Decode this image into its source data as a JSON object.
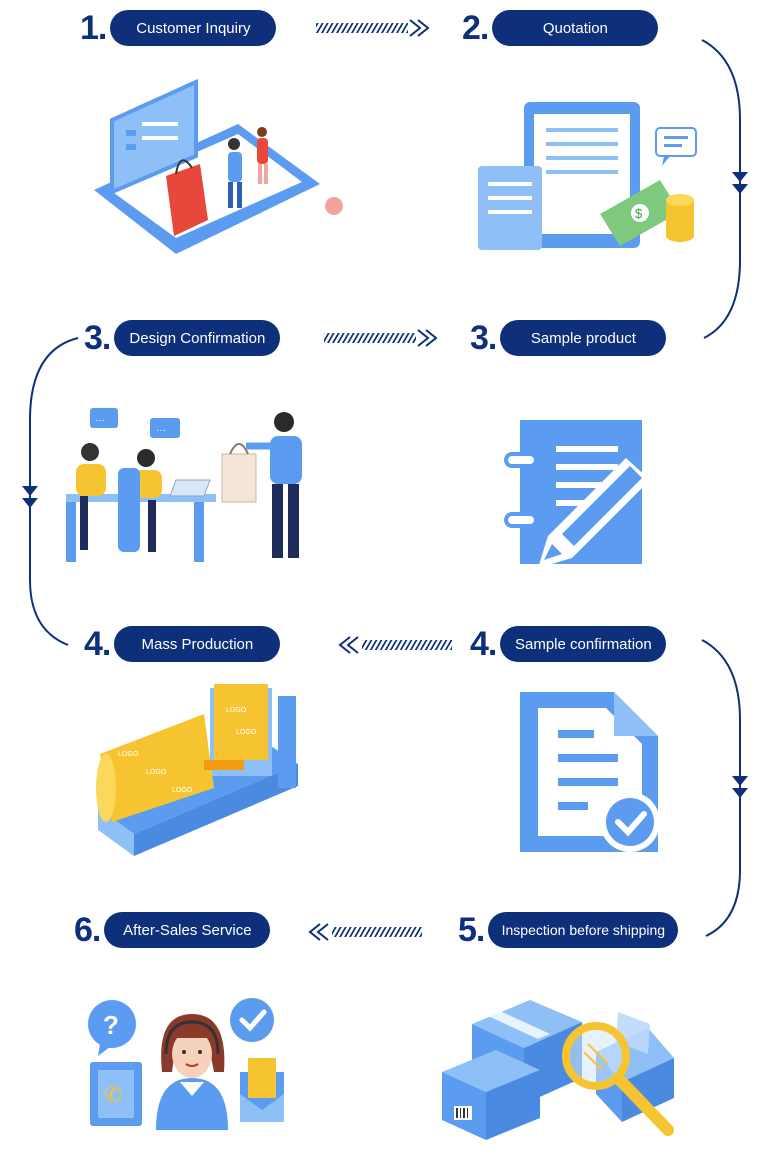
{
  "steps": [
    {
      "number": "1.",
      "label": "Customer Inquiry",
      "icon": "online-shopping-icon"
    },
    {
      "number": "2.",
      "label": "Quotation",
      "icon": "quotation-document-icon"
    },
    {
      "number": "3.",
      "label": "Design Confirmation",
      "icon": "design-meeting-icon"
    },
    {
      "number": "3.",
      "label": "Sample product",
      "icon": "notebook-pen-icon"
    },
    {
      "number": "4.",
      "label": "Mass Production",
      "icon": "printing-machine-icon"
    },
    {
      "number": "4.",
      "label": "Sample confirmation",
      "icon": "approved-document-icon"
    },
    {
      "number": "6.",
      "label": "After-Sales Service",
      "icon": "customer-service-icon"
    },
    {
      "number": "5.",
      "label": "Inspection before shipping",
      "icon": "package-inspection-icon"
    }
  ],
  "colors": {
    "navy": "#0e2f7a",
    "blue": "#5b9cf0",
    "light_blue": "#8ec0f7",
    "yellow": "#f6c431",
    "red": "#e8473b"
  },
  "illustration_text": {
    "logo": "LOGO",
    "question": "?",
    "dollar": "$"
  }
}
